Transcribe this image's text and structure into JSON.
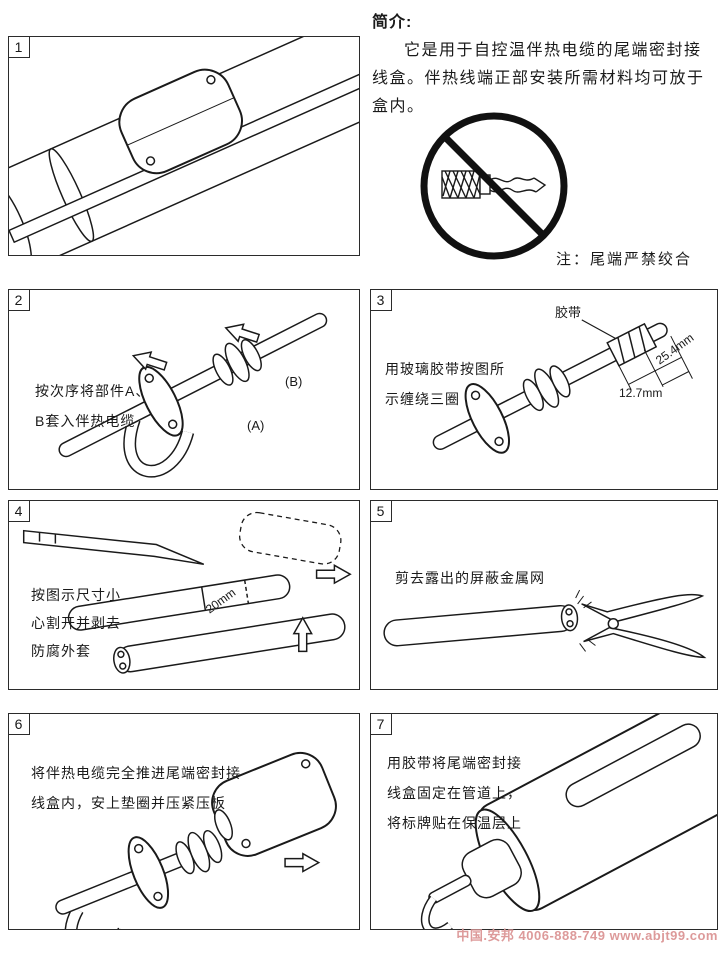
{
  "colors": {
    "ink": "#1a1a1a",
    "watermark": "#dd9a9a"
  },
  "intro": {
    "title": "简介:",
    "body": "它是用于自控温伴热电缆的尾端密封接\n线盒。伴热线端正部安装所需材料均可放于\n盒内。",
    "note": "注：尾端严禁绞合"
  },
  "panels": {
    "p1": {
      "num": "1"
    },
    "p2": {
      "num": "2",
      "caption": "按次序将部件A、\nB套入伴热电缆",
      "label_b": "(B)",
      "label_a": "(A)"
    },
    "p3": {
      "num": "3",
      "caption": "用玻璃胶带按图所\n示缠绕三圈",
      "tape_label": "胶带",
      "dim_along": "25.4mm",
      "dim_offset": "12.7mm"
    },
    "p4": {
      "num": "4",
      "caption": "按图示尺寸小\n心割开并剥去\n防腐外套",
      "dim": "20mm"
    },
    "p5": {
      "num": "5",
      "caption": "剪去露出的屏蔽金属网"
    },
    "p6": {
      "num": "6",
      "caption": "将伴热电缆完全推进尾端密封接\n线盒内，安上垫圈并压紧压板"
    },
    "p7": {
      "num": "7",
      "caption": "用胶带将尾端密封接\n线盒固定在管道上，\n将标牌贴在保温层上"
    }
  },
  "footer": {
    "watermark": "中国.安邦 4006-888-749 www.abjt99.com"
  }
}
